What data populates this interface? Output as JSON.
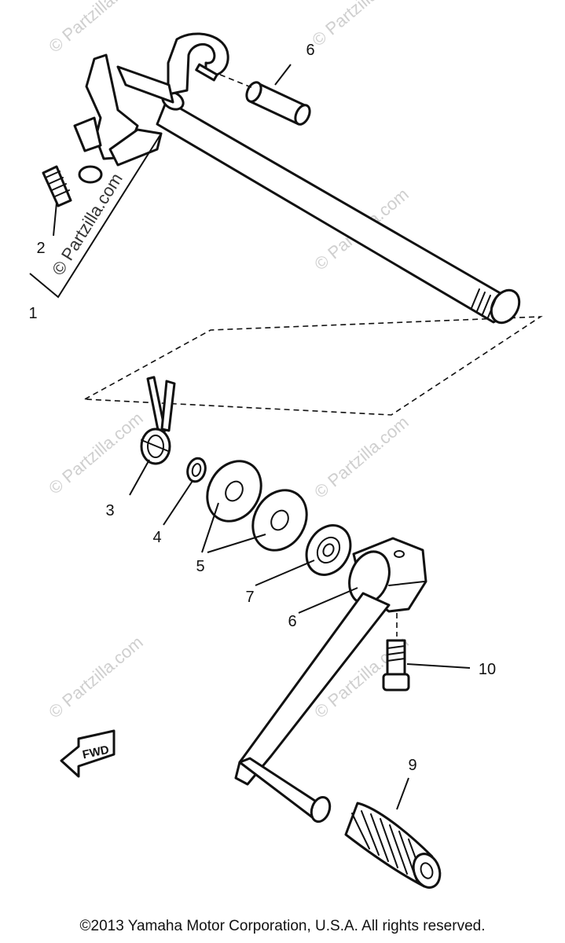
{
  "watermark": "© Partzilla.com",
  "callouts": {
    "c1": "1",
    "c2": "2",
    "c3": "3",
    "c4": "4",
    "c5": "5",
    "c6a": "6",
    "c6b": "6",
    "c7": "7",
    "c9": "9",
    "c10": "10"
  },
  "fwd_label": "FWD",
  "copyright": "©2013 Yamaha Motor Corporation, U.S.A. All rights reserved."
}
